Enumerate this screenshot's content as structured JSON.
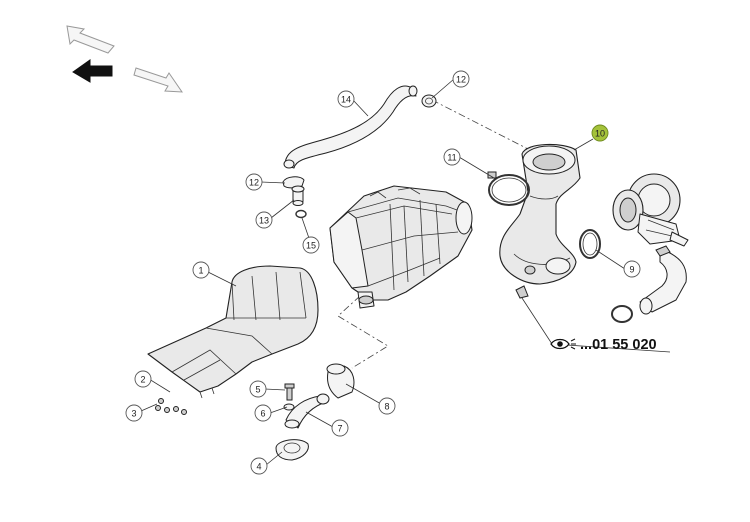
{
  "navigation": {
    "arrows": [
      {
        "name": "nav-arrow-up-left-icon",
        "active": false
      },
      {
        "name": "nav-arrow-left-icon",
        "active": true
      },
      {
        "name": "nav-arrow-right-icon",
        "active": false
      }
    ]
  },
  "callouts": [
    {
      "id": "1",
      "label": "1",
      "highlight": false
    },
    {
      "id": "2",
      "label": "2",
      "highlight": false
    },
    {
      "id": "3",
      "label": "3",
      "highlight": false
    },
    {
      "id": "4",
      "label": "4",
      "highlight": false
    },
    {
      "id": "5",
      "label": "5",
      "highlight": false
    },
    {
      "id": "6",
      "label": "6",
      "highlight": false
    },
    {
      "id": "7",
      "label": "7",
      "highlight": false
    },
    {
      "id": "8",
      "label": "8",
      "highlight": false
    },
    {
      "id": "9",
      "label": "9",
      "highlight": false
    },
    {
      "id": "10",
      "label": "10",
      "highlight": true
    },
    {
      "id": "11",
      "label": "11",
      "highlight": false
    },
    {
      "id": "12a",
      "label": "12",
      "highlight": false
    },
    {
      "id": "12b",
      "label": "12",
      "highlight": false
    },
    {
      "id": "13",
      "label": "13",
      "highlight": false
    },
    {
      "id": "14",
      "label": "14",
      "highlight": false
    },
    {
      "id": "15",
      "label": "15",
      "highlight": false
    }
  ],
  "reference": {
    "icon": "eye-icon",
    "text": "...01 55 020"
  },
  "colors": {
    "highlight": "#a4c23a",
    "line": "#222222"
  }
}
